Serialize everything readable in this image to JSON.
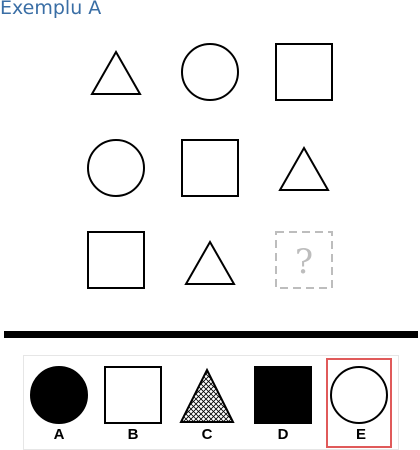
{
  "title": "Exemplu A",
  "grid": {
    "rows": [
      [
        "triangle-icon",
        "circle-icon",
        "square-icon"
      ],
      [
        "circle-icon",
        "square-icon",
        "triangle-icon"
      ],
      [
        "square-icon",
        "triangle-icon",
        "question-placeholder-icon"
      ]
    ],
    "placeholder_symbol": "?"
  },
  "options": [
    {
      "label": "A",
      "icon": "filled-circle-icon"
    },
    {
      "label": "B",
      "icon": "square-outline-icon"
    },
    {
      "label": "C",
      "icon": "hatched-triangle-icon"
    },
    {
      "label": "D",
      "icon": "filled-square-icon"
    },
    {
      "label": "E",
      "icon": "circle-outline-icon",
      "selected": true
    }
  ],
  "colors": {
    "title": "#3a6ea5",
    "selection_border": "#e05a5a",
    "placeholder": "#bdbdbd"
  }
}
